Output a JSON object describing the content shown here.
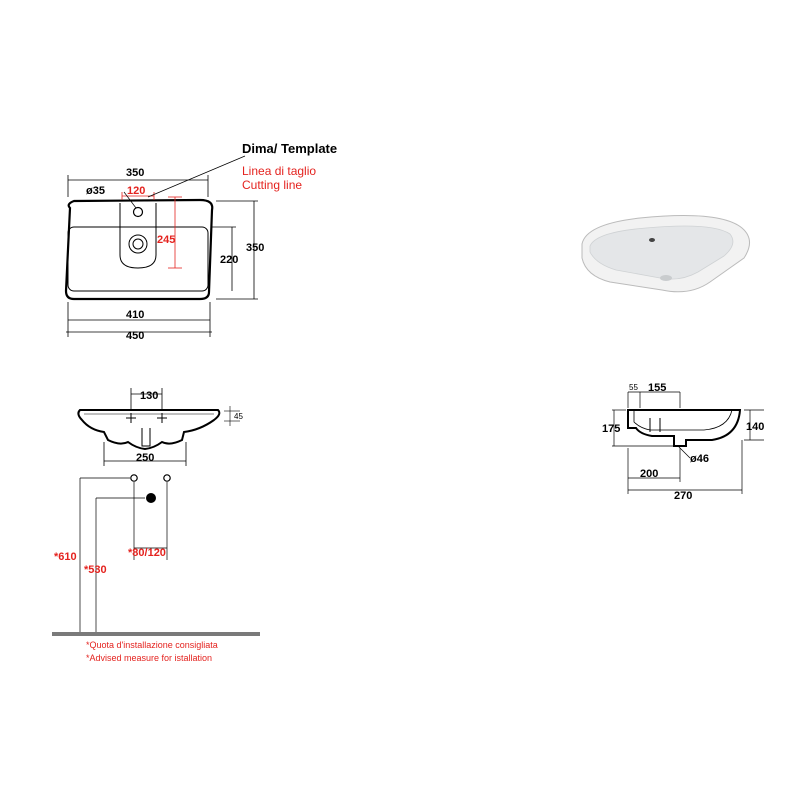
{
  "template": {
    "title": "Dima/ Template",
    "cut_it": "Linea di taglio",
    "cut_en": "Cutting line"
  },
  "top_view": {
    "w350": "350",
    "d35": "ø35",
    "d120": "120",
    "d245": "245",
    "d220": "220",
    "d350_side": "350",
    "d410": "410",
    "d450": "450"
  },
  "front_view": {
    "d130": "130",
    "d45": "45",
    "d250": "250"
  },
  "install": {
    "d610": "*610",
    "d530": "*530",
    "d80_120": "*80/120",
    "note_it": "*Quota d'installazione consigliata",
    "note_en": "*Advised measure for istallation"
  },
  "section_view": {
    "d55": "55",
    "d155": "155",
    "d175": "175",
    "d140": "140",
    "d46": "ø46",
    "d200": "200",
    "d270": "270"
  }
}
